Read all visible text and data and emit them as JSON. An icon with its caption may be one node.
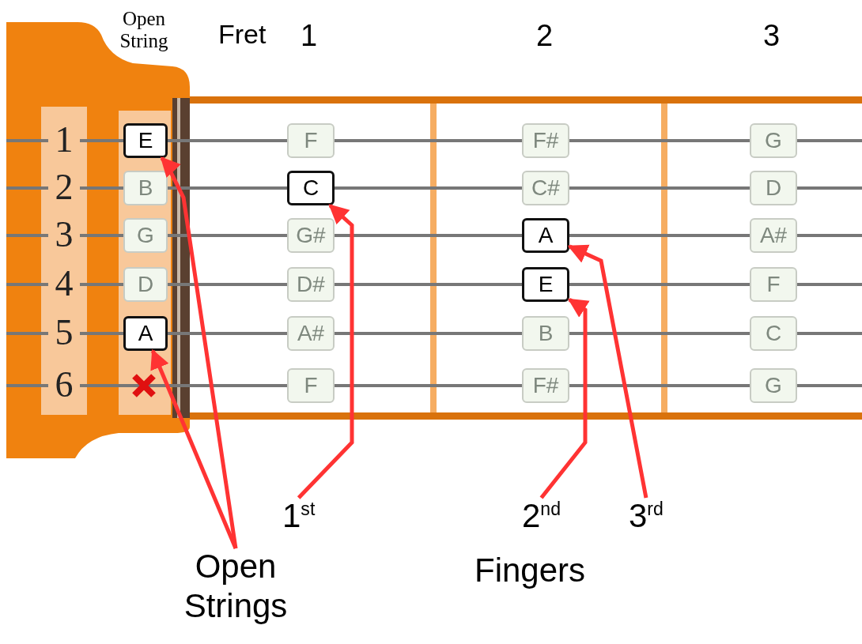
{
  "diagram": {
    "nodes": [
      {
        "text": [
          "E"
        ]
      },
      {
        "text": [
          "B"
        ]
      },
      {
        "text": [
          "G"
        ]
      },
      {
        "text": [
          "D"
        ]
      },
      {
        "text": [
          "A"
        ]
      },
      {
        "text": [],
        "shape": "cross"
      },
      {
        "text": [
          "F"
        ]
      },
      {
        "text": [
          "C"
        ]
      },
      {
        "text": [
          "G#"
        ]
      },
      {
        "text": [
          "D#"
        ]
      },
      {
        "text": [
          "A#"
        ]
      },
      {
        "text": [
          "F"
        ]
      },
      {
        "text": [
          "F#"
        ]
      },
      {
        "text": [
          "C#"
        ]
      },
      {
        "text": [
          "A"
        ]
      },
      {
        "text": [
          "E"
        ]
      },
      {
        "text": [
          "B"
        ]
      },
      {
        "text": [
          "F#"
        ]
      },
      {
        "text": [
          "G"
        ]
      },
      {
        "text": [
          "D"
        ]
      },
      {
        "text": [
          "A#"
        ]
      },
      {
        "text": [
          "F"
        ]
      },
      {
        "text": [
          "C"
        ]
      },
      {
        "text": [
          "G"
        ]
      },
      {
        "text": [
          "Open Strings"
        ]
      },
      {
        "text": [
          "1$^{st}$"
        ]
      },
      {
        "text": [
          "2$^{nd}$"
        ]
      },
      {
        "text": [
          "3$^{rd}$"
        ]
      }
    ],
    "edges": [
      {
        "from": 24,
        "to": 0,
        "arrow": "to",
        "color": "#ff3333"
      },
      {
        "from": 24,
        "to": 4,
        "arrow": "to",
        "color": "#ff3333"
      },
      {
        "from": 25,
        "to": 7,
        "arrow": "to",
        "color": "#ff3333"
      },
      {
        "from": 26,
        "to": 15,
        "arrow": "to",
        "color": "#ff3333"
      },
      {
        "from": 27,
        "to": 14,
        "arrow": "to",
        "color": "#ff3333"
      }
    ],
    "labels": [
      "Open String",
      "Fret",
      "1",
      "2",
      "3",
      "1",
      "2",
      "3",
      "4",
      "5",
      "6",
      "Fingers"
    ]
  }
}
